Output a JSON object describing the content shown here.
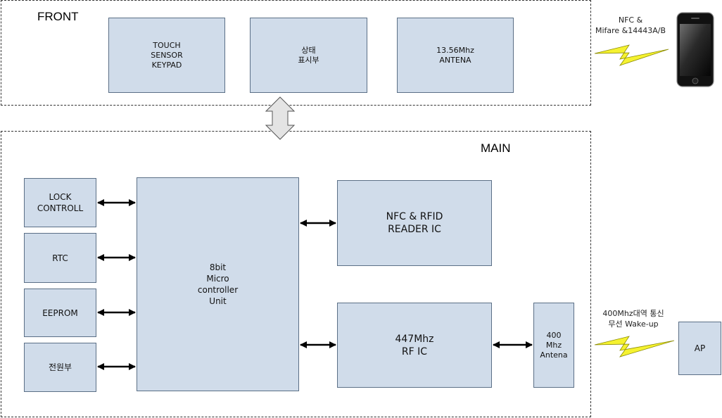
{
  "front": {
    "title": "FRONT",
    "touch": "TOUCH\nSENSOR\nKEYPAD",
    "status": "상태\n표시부",
    "antenna": "13.56Mhz\nANTENA"
  },
  "main": {
    "title": "MAIN",
    "lock": "LOCK\nCONTROLL",
    "rtc": "RTC",
    "eeprom": "EEPROM",
    "power": "전원부",
    "mcu": "8bit\nMicro\ncontroller\nUnit",
    "nfc_reader": "NFC & RFID\nREADER IC",
    "rf_ic": "447Mhz\nRF IC",
    "antenna400": "400\nMhz\nAntena"
  },
  "phone_link": {
    "label": "NFC &\nMifare &14443A/B"
  },
  "ap_link": {
    "label": "400Mhz대역 통신\n무선 Wake-up"
  },
  "ap": {
    "label": "AP"
  },
  "colors": {
    "block_fill": "#d0dcea",
    "block_border": "#5b6f86",
    "bolt": "#f5f230",
    "arrow": "#000000"
  }
}
